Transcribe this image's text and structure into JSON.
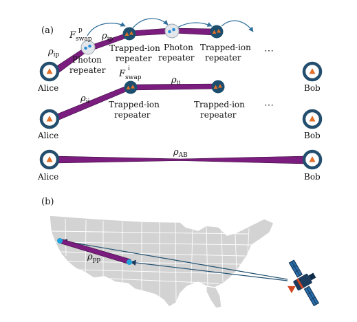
{
  "colors": {
    "link": "#7a1d7e",
    "node_dark": "#1d4e6e",
    "node_ring": "#244e6e",
    "photon_fill": "#e3e6ea",
    "photon_dot": "#2b90d9",
    "ion": "#e0702a",
    "arrow": "#2f6f9a",
    "map_fill": "#d3d3d3",
    "map_border": "#ffffff",
    "ground_station": "#1fa3dc",
    "satellite_body": "#1d3b5c",
    "satellite_panel": "#2a6da8",
    "satellite_accent": "#d2461f"
  },
  "panel_a": {
    "label": "(a)",
    "row1": {
      "alice": "Alice",
      "bob": "Bob",
      "repeaters": [
        {
          "line1": "Photon",
          "line2": "repeater"
        },
        {
          "line1": "Trapped-ion",
          "line2": "repeater"
        },
        {
          "line1": "Photon",
          "line2": "repeater"
        },
        {
          "line1": "Trapped-ion",
          "line2": "repeater"
        }
      ],
      "rho_ip_1": {
        "base": "ρ",
        "sub": "ip"
      },
      "rho_ip_2": {
        "base": "ρ",
        "sub": "ip"
      },
      "fswap": {
        "base": "F",
        "sub": "swap",
        "sup": "p"
      },
      "dots": "⋯"
    },
    "row2": {
      "alice": "Alice",
      "bob": "Bob",
      "repeaters": [
        {
          "line1": "Trapped-ion",
          "line2": "repeater"
        },
        {
          "line1": "Trapped-ion",
          "line2": "repeater"
        }
      ],
      "rho_ii_1": {
        "base": "ρ",
        "sub": "ii"
      },
      "rho_ii_2": {
        "base": "ρ",
        "sub": "ii"
      },
      "fswap": {
        "base": "F",
        "sub": "swap",
        "sup": "i"
      },
      "dots": "⋯"
    },
    "row3": {
      "alice": "Alice",
      "bob": "Bob",
      "rho_ab": {
        "base": "ρ",
        "sub": "AB"
      }
    }
  },
  "panel_b": {
    "label": "(b)",
    "rho_pp": {
      "base": "ρ",
      "sub": "pp"
    }
  }
}
